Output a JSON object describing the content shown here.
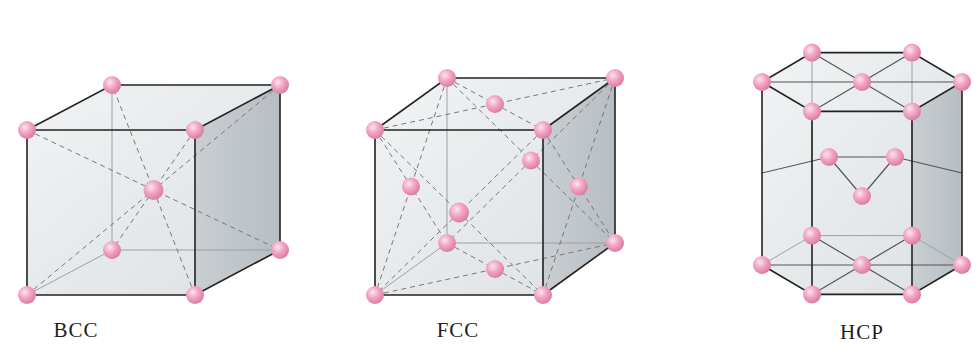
{
  "diagram": {
    "labels": [
      "BCC",
      "FCC",
      "HCP"
    ]
  }
}
